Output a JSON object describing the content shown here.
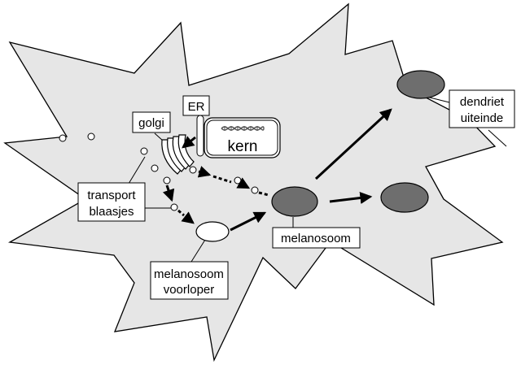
{
  "labels": {
    "er": "ER",
    "golgi": "golgi",
    "kern": "kern",
    "transport_1": "transport",
    "transport_2": "blaasjes",
    "melanosoom": "melanosoom",
    "voorloper_1": "melanosoom",
    "voorloper_2": "voorloper",
    "dendriet_1": "dendriet",
    "dendriet_2": "uiteinde"
  },
  "colors": {
    "cell_fill": "#e6e6e6",
    "melanosome_fill": "#6e6e6e",
    "stroke": "#000000"
  },
  "icons": {
    "dna": "dna-helix-icon"
  }
}
